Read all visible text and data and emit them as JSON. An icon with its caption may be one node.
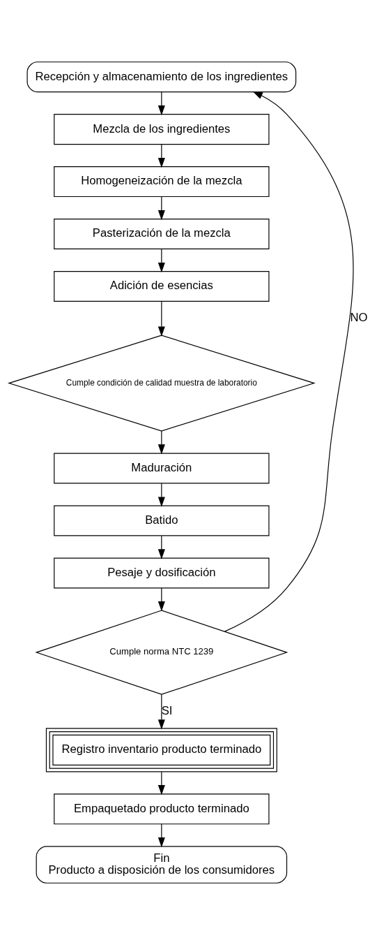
{
  "diagram": {
    "nodes": [
      {
        "text": [
          "Recepción y almacenamiento de los ingredientes"
        ]
      },
      {
        "text": [
          "Mezcla de los ingredientes"
        ]
      },
      {
        "text": [
          "Homogeneización de la mezcla"
        ]
      },
      {
        "text": [
          "Pasterización de la mezcla"
        ]
      },
      {
        "text": [
          "Adición de esencias"
        ]
      },
      {
        "text": [
          "Cumple condición de calidad muestra de laboratorio"
        ]
      },
      {
        "text": [
          "Maduración"
        ]
      },
      {
        "text": [
          "Batido"
        ]
      },
      {
        "text": [
          "Pesaje y dosificación"
        ]
      },
      {
        "text": [
          "Cumple norma NTC 1239"
        ]
      },
      {
        "text": [
          "Registro inventario producto terminado"
        ]
      },
      {
        "text": [
          "Empaquetado producto terminado"
        ]
      },
      {
        "text": [
          "Fin",
          "Producto a disposición de los consumidores"
        ]
      }
    ],
    "edges": [
      {
        "from": 0,
        "to": 1,
        "arrow": "to"
      },
      {
        "from": 1,
        "to": 2,
        "arrow": "to"
      },
      {
        "from": 2,
        "to": 3,
        "arrow": "to"
      },
      {
        "from": 3,
        "to": 4,
        "arrow": "to"
      },
      {
        "from": 4,
        "to": 5,
        "arrow": "to"
      },
      {
        "from": 5,
        "to": 6,
        "arrow": "to"
      },
      {
        "from": 6,
        "to": 7,
        "arrow": "to"
      },
      {
        "from": 7,
        "to": 8,
        "arrow": "to"
      },
      {
        "from": 8,
        "to": 9,
        "arrow": "to"
      },
      {
        "from": 9,
        "to": 10,
        "arrow": "to",
        "label": "SI"
      },
      {
        "from": 9,
        "to": 0,
        "arrow": "to",
        "label": "NO"
      },
      {
        "from": 10,
        "to": 11,
        "arrow": "to"
      },
      {
        "from": 11,
        "to": 12,
        "arrow": "to"
      }
    ]
  }
}
